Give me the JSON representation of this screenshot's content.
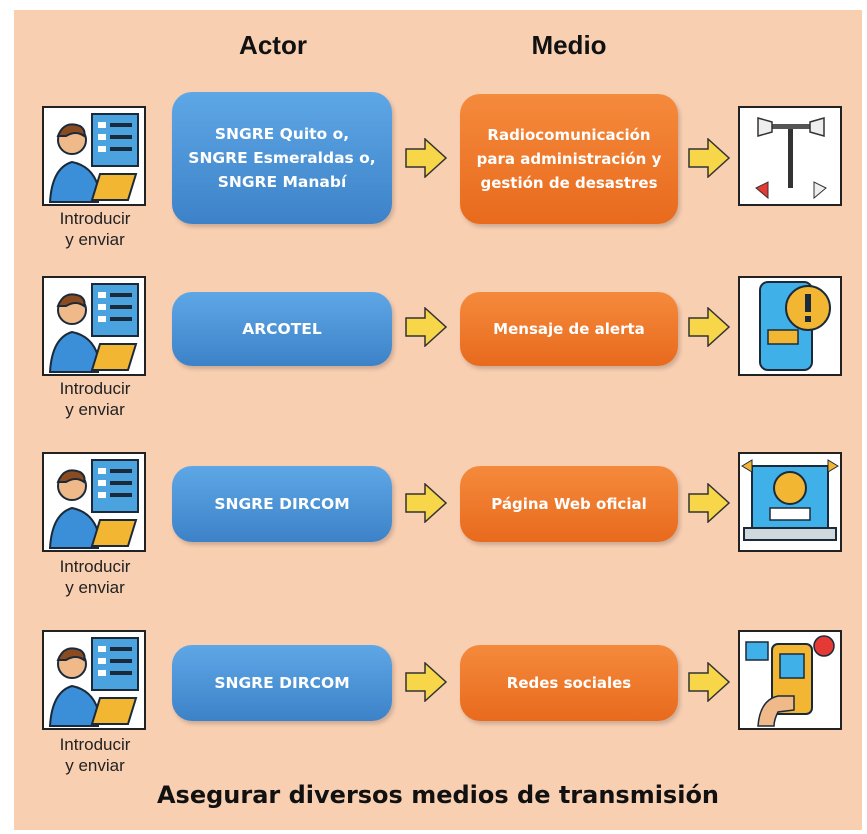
{
  "headers": {
    "actor": "Actor",
    "medio": "Medio"
  },
  "rows": [
    {
      "caption": "Introducir\ny enviar",
      "actor": "SNGRE Quito o,\nSNGRE Esmeraldas o,\nSNGRE Manabí",
      "medio": "Radiocomunicación\npara administración y\ngestión de desastres",
      "result_icon": "radio-antenna-icon"
    },
    {
      "caption": "Introducir\ny enviar",
      "actor": "ARCOTEL",
      "medio": "Mensaje de alerta",
      "result_icon": "phone-alert-icon"
    },
    {
      "caption": "Introducir\ny enviar",
      "actor": "SNGRE DIRCOM",
      "medio": "Página Web oficial",
      "result_icon": "website-icon"
    },
    {
      "caption": "Introducir\ny enviar",
      "actor": "SNGRE DIRCOM",
      "medio": "Redes sociales",
      "result_icon": "social-media-icon"
    }
  ],
  "footer": "Asegurar diversos medios de transmisión",
  "colors": {
    "background": "#f9cfb2",
    "actor_box": "#4a90d9",
    "medio_box": "#f0782a",
    "arrow": "#f7d64a"
  }
}
